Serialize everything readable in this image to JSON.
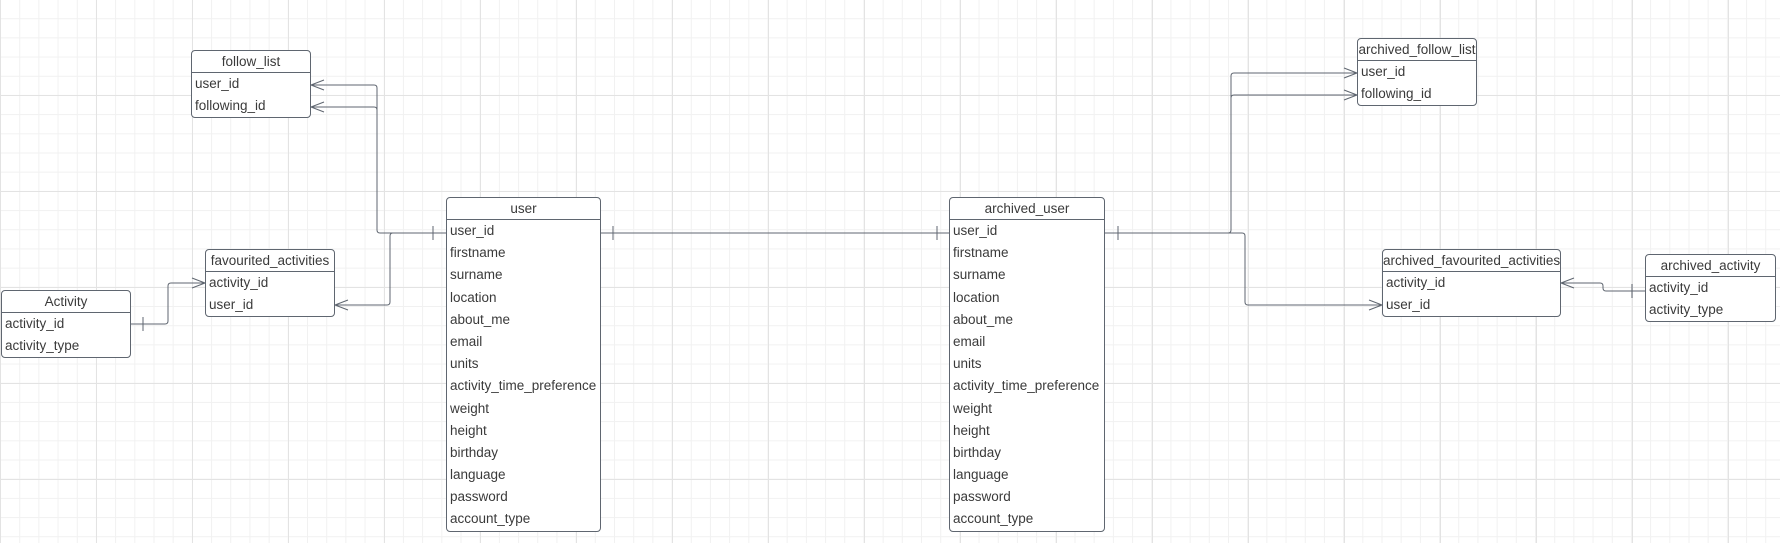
{
  "entities": {
    "follow_list": {
      "title": "follow_list",
      "fields": [
        "user_id",
        "following_id"
      ]
    },
    "favourited_activities": {
      "title": "favourited_activities",
      "fields": [
        "activity_id",
        "user_id"
      ]
    },
    "activity": {
      "title": "Activity",
      "fields": [
        "activity_id",
        "activity_type"
      ]
    },
    "user": {
      "title": "user",
      "fields": [
        "user_id",
        "firstname",
        "surname",
        "location",
        "about_me",
        "email",
        "units",
        "activity_time_preference",
        "weight",
        "height",
        "birthday",
        "language",
        "password",
        "account_type"
      ]
    },
    "archived_user": {
      "title": "archived_user",
      "fields": [
        "user_id",
        "firstname",
        "surname",
        "location",
        "about_me",
        "email",
        "units",
        "activity_time_preference",
        "weight",
        "height",
        "birthday",
        "language",
        "password",
        "account_type"
      ]
    },
    "archived_follow_list": {
      "title": "archived_follow_list",
      "fields": [
        "user_id",
        "following_id"
      ]
    },
    "archived_favourited_activities": {
      "title": "archived_favourited_activities",
      "fields": [
        "activity_id",
        "user_id"
      ]
    },
    "archived_activity": {
      "title": "archived_activity",
      "fields": [
        "activity_id",
        "activity_type"
      ]
    }
  },
  "relationships": [
    {
      "from": "follow_list.user_id",
      "to": "user.user_id",
      "cardinality": "many-to-one"
    },
    {
      "from": "follow_list.following_id",
      "to": "user.user_id",
      "cardinality": "many-to-one"
    },
    {
      "from": "favourited_activities.user_id",
      "to": "user.user_id",
      "cardinality": "many-to-one"
    },
    {
      "from": "favourited_activities.activity_id",
      "to": "Activity.activity_id",
      "cardinality": "many-to-one"
    },
    {
      "from": "user.user_id",
      "to": "archived_user.user_id",
      "cardinality": "one-to-one"
    },
    {
      "from": "archived_follow_list.user_id",
      "to": "archived_user.user_id",
      "cardinality": "many-to-one"
    },
    {
      "from": "archived_follow_list.following_id",
      "to": "archived_user.user_id",
      "cardinality": "many-to-one"
    },
    {
      "from": "archived_favourited_activities.user_id",
      "to": "archived_user.user_id",
      "cardinality": "many-to-one"
    },
    {
      "from": "archived_favourited_activities.activity_id",
      "to": "archived_activity.activity_id",
      "cardinality": "many-to-one"
    }
  ],
  "colors": {
    "line": "#5f6670",
    "grid_major": "#e3e3e3",
    "grid_minor": "#f1f1f1",
    "text": "#3a3a3a"
  }
}
